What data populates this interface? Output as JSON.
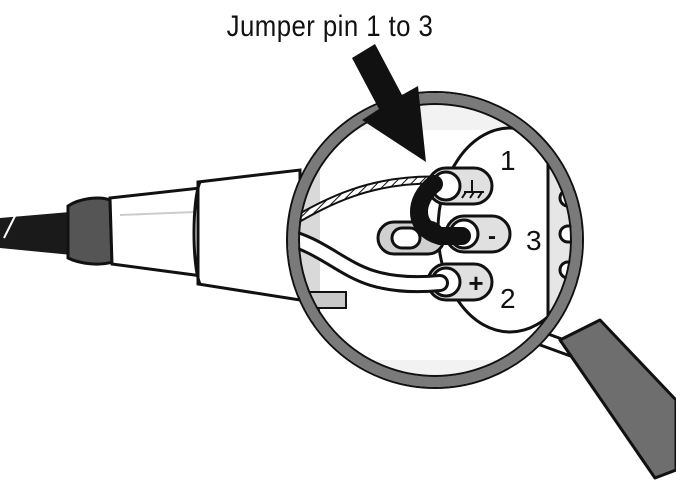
{
  "caption": "Jumper pin 1 to 3",
  "pins": [
    {
      "number": "1",
      "symbol": "ground-symbol"
    },
    {
      "number": "3",
      "symbol": "-"
    },
    {
      "number": "2",
      "symbol": "+"
    }
  ],
  "colors": {
    "outline": "#111111",
    "lens_ring": "#7a7a7a",
    "lens_face": "#e8e8e8",
    "handle": "#6e6e6e",
    "cable": "#1a1a1a",
    "shell": "#ffffff"
  },
  "icons": [
    "arrow-icon",
    "ground-icon",
    "magnifier-icon"
  ]
}
